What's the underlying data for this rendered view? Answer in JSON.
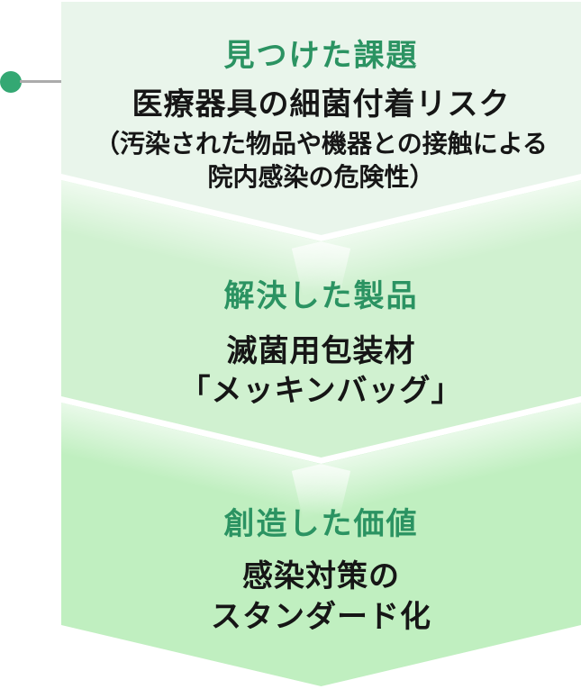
{
  "diagram": {
    "type": "chevron-flow",
    "direction": "down",
    "step_count": 3
  },
  "palette": {
    "section1_bg": "#e9f5eb",
    "section2_bg": "#d0f1d0",
    "section3_bg": "#c0efc0",
    "heading_green": "#2b9362",
    "body_text": "#161616",
    "marker_green": "#34a873",
    "connector_gray": "#ababab",
    "separator_white": "#ffffff"
  },
  "steps": [
    {
      "heading": "見つけた課題",
      "title": "医療器具の細菌付着リスク",
      "note_lines": [
        "（汚染された物品や機器との接触による",
        "院内感染の危険性）"
      ]
    },
    {
      "heading": "解決した製品",
      "title_lines": [
        "滅菌用包装材",
        "「メッキンバッグ」"
      ]
    },
    {
      "heading": "創造した価値",
      "title_lines": [
        "感染対策の",
        "スタンダード化"
      ]
    }
  ]
}
